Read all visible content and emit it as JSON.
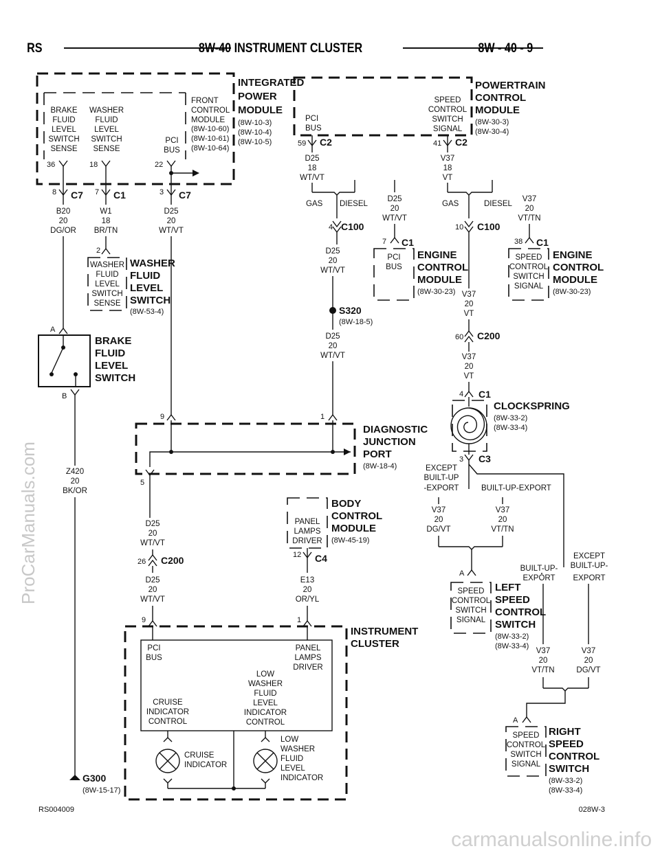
{
  "header": {
    "left": "RS",
    "title": "8W-40 INSTRUMENT CLUSTER",
    "right": "8W - 40 - 9"
  },
  "footer": {
    "left": "RS004009",
    "right": "028W-3"
  },
  "watermarks": {
    "side": "ProCarManuals.com",
    "bottom": "carmanualsonline.info"
  },
  "diagram": {
    "modules": {
      "ipm": {
        "title": [
          "INTEGRATED",
          "POWER",
          "MODULE"
        ],
        "refs": [
          "(8W-10-3)",
          "(8W-10-4)",
          "(8W-10-5)"
        ]
      },
      "fcm": {
        "title": [
          "FRONT",
          "CONTROL",
          "MODULE"
        ],
        "refs": [
          "(8W-10-60)",
          "(8W-10-61)",
          "(8W-10-64)"
        ]
      },
      "pcm": {
        "title": [
          "POWERTRAIN",
          "CONTROL",
          "MODULE"
        ],
        "refs": [
          "(8W-30-3)",
          "(8W-30-4)"
        ]
      },
      "ecm1": {
        "title": [
          "ENGINE",
          "CONTROL",
          "MODULE"
        ],
        "refs": [
          "(8W-30-23)"
        ]
      },
      "ecm2": {
        "title": [
          "ENGINE",
          "CONTROL",
          "MODULE"
        ],
        "refs": [
          "(8W-30-23)"
        ]
      },
      "wfls": {
        "title": [
          "WASHER",
          "FLUID",
          "LEVEL",
          "SWITCH"
        ],
        "refs": [
          "(8W-53-4)"
        ]
      },
      "bfls": {
        "title": [
          "BRAKE",
          "FLUID",
          "LEVEL",
          "SWITCH"
        ],
        "refs": []
      },
      "djp": {
        "title": [
          "DIAGNOSTIC",
          "JUNCTION",
          "PORT"
        ],
        "refs": [
          "(8W-18-4)"
        ]
      },
      "bcm": {
        "title": [
          "BODY",
          "CONTROL",
          "MODULE"
        ],
        "refs": [
          "(8W-45-19)"
        ]
      },
      "cluster": {
        "title": [
          "INSTRUMENT",
          "CLUSTER"
        ],
        "refs": []
      },
      "clockspring": {
        "title": [
          "CLOCKSPRING"
        ],
        "refs": [
          "(8W-33-2)",
          "(8W-33-4)"
        ]
      },
      "lscs": {
        "title": [
          "LEFT",
          "SPEED",
          "CONTROL",
          "SWITCH"
        ],
        "refs": [
          "(8W-33-2)",
          "(8W-33-4)"
        ]
      },
      "rscs": {
        "title": [
          "RIGHT",
          "SPEED",
          "CONTROL",
          "SWITCH"
        ],
        "refs": [
          "(8W-33-2)",
          "(8W-33-4)"
        ]
      },
      "g300": {
        "title": [
          "G300"
        ],
        "refs": [
          "(8W-15-17)"
        ]
      },
      "s320": {
        "title": [
          "S320"
        ],
        "refs": [
          "(8W-18-5)"
        ]
      }
    },
    "internal": {
      "brake_sense": [
        "BRAKE",
        "FLUID",
        "LEVEL",
        "SWITCH",
        "SENSE"
      ],
      "washer_sense": [
        "WASHER",
        "FLUID",
        "LEVEL",
        "SWITCH",
        "SENSE"
      ],
      "pci_bus": [
        "PCI",
        "BUS"
      ],
      "speed_signal": [
        "SPEED",
        "CONTROL",
        "SWITCH",
        "SIGNAL"
      ],
      "panel_lamps": [
        "PANEL",
        "LAMPS",
        "DRIVER"
      ],
      "low_washer_ctrl": [
        "LOW",
        "WASHER",
        "FLUID",
        "LEVEL",
        "INDICATOR",
        "CONTROL"
      ],
      "cruise_ctrl": [
        "CRUISE",
        "INDICATOR",
        "CONTROL"
      ],
      "cruise_ind": [
        "CRUISE",
        "INDICATOR"
      ],
      "low_washer_ind": [
        "LOW",
        "WASHER",
        "FLUID",
        "LEVEL",
        "INDICATOR"
      ]
    },
    "wires": {
      "b20": [
        "B20",
        "20",
        "DG/OR"
      ],
      "w1": [
        "W1",
        "18",
        "BR/TN"
      ],
      "d25_20": [
        "D25",
        "20",
        "WT/VT"
      ],
      "d25_18": [
        "D25",
        "18",
        "WT/VT"
      ],
      "v37_18": [
        "V37",
        "18",
        "VT"
      ],
      "v37_tn": [
        "V37",
        "20",
        "VT/TN"
      ],
      "v37_vt": [
        "V37",
        "20",
        "VT"
      ],
      "v37_dg": [
        "V37",
        "20",
        "DG/VT"
      ],
      "z420": [
        "Z420",
        "20",
        "BK/OR"
      ],
      "e13": [
        "E13",
        "20",
        "OR/YL"
      ]
    },
    "labels": {
      "gas": "GAS",
      "diesel": "DIESEL",
      "except_bue": [
        "EXCEPT",
        "BUILT-UP",
        "-EXPORT"
      ],
      "bue": "BUILT-UP-EXPORT",
      "bue2": [
        "BUILT-UP-",
        "EXPORT"
      ],
      "except_bue2": [
        "EXCEPT",
        "BUILT-UP-",
        "EXPORT"
      ]
    },
    "connectors": {
      "c7": "C7",
      "c1": "C1",
      "c2": "C2",
      "c3": "C3",
      "c4": "C4",
      "c100": "C100",
      "c200": "C200"
    },
    "pins": {
      "p36": "36",
      "p18": "18",
      "p22": "22",
      "p8": "8",
      "p7": "7",
      "p3": "3",
      "p59": "59",
      "p41": "41",
      "p4": "4",
      "p10": "10",
      "p38": "38",
      "p60": "60",
      "p2": "2",
      "pa": "A",
      "pb": "B",
      "p9": "9",
      "p1": "1",
      "p5": "5",
      "p26": "26",
      "p12": "12"
    }
  }
}
